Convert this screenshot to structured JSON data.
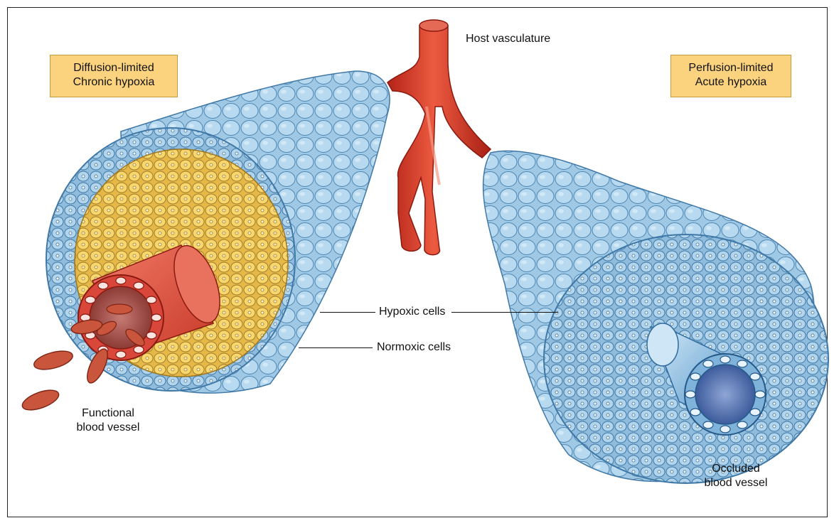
{
  "left_box": {
    "line1": "Diffusion-limited",
    "line2": "Chronic hypoxia"
  },
  "right_box": {
    "line1": "Perfusion-limited",
    "line2": "Acute hypoxia"
  },
  "labels": {
    "host": "Host vasculature",
    "hypoxic": "Hypoxic cells",
    "normoxic": "Normoxic cells",
    "functional_line1": "Functional",
    "functional_line2": "blood vessel",
    "occluded_line1": "Occluded",
    "occluded_line2": "blood vessel"
  },
  "colors": {
    "hypoxic_cell": "#a9cde6",
    "normoxic_cell": "#f3cf5e",
    "vessel": "#d03a2a",
    "occluded_vessel": "#4c8fc0",
    "label_box": "#fbd37e",
    "rbc": "#c8553c"
  }
}
